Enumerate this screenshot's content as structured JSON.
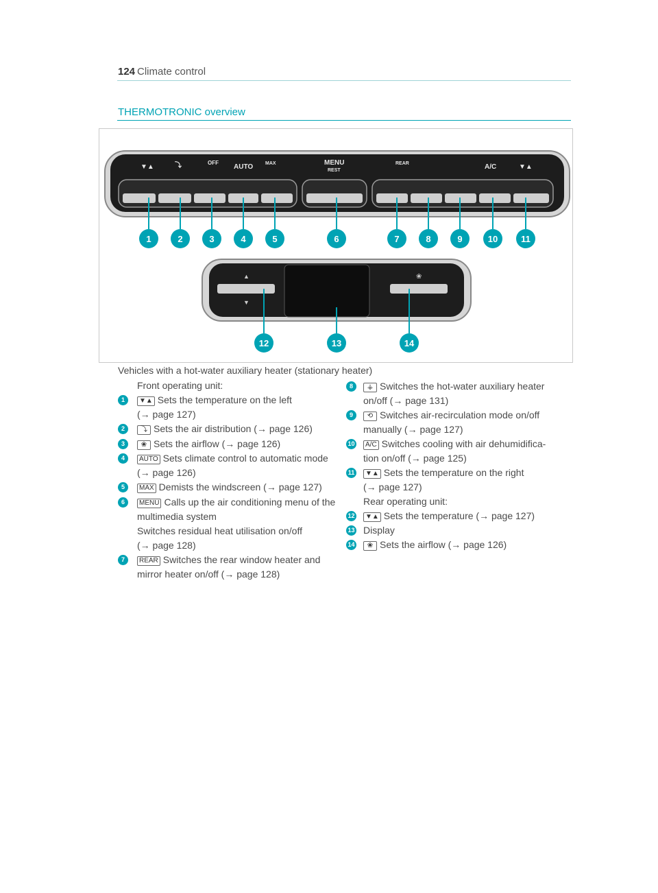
{
  "header": {
    "page_number": "124",
    "chapter": "Climate control"
  },
  "section_title": "THERMOTRONIC overview",
  "figure": {
    "top_labels": [
      "MENU",
      "REST",
      "AUTO",
      "OFF",
      "MAX",
      "REAR",
      "A/C"
    ],
    "callouts": [
      "1",
      "2",
      "3",
      "4",
      "5",
      "6",
      "7",
      "8",
      "9",
      "10",
      "11",
      "12",
      "13",
      "14"
    ]
  },
  "intro": "Vehicles with a hot-water auxiliary heater (stationary heater)",
  "left": {
    "front_heading": "Front operating unit:",
    "i1": {
      "num": "1",
      "sym": "▼▲",
      "l1": "Sets the temperature on the left",
      "l2": "(→ page 127)"
    },
    "i2": {
      "num": "2",
      "sym": "⤵",
      "l1": "Sets the air distribution (→ page 126)"
    },
    "i3": {
      "num": "3",
      "sym": "❀",
      "l1": "Sets the airflow (→ page 126)"
    },
    "i4": {
      "num": "4",
      "sym": "AUTO",
      "l1": "Sets climate control to automatic mode",
      "l2": "(→ page 126)"
    },
    "i5": {
      "num": "5",
      "sym": "MAX",
      "l1": "Demists the windscreen (→ page 127)"
    },
    "i6": {
      "num": "6",
      "sym": "MENU",
      "l1": "Calls up the air conditioning menu of the",
      "l2": "multimedia system",
      "l3": "Switches residual heat utilisation on/off",
      "l4": "(→ page 128)"
    },
    "i7": {
      "num": "7",
      "sym": "REAR",
      "l1": "Switches the rear window heater and",
      "l2": "mirror heater on/off (→ page 128)"
    }
  },
  "right": {
    "i8": {
      "num": "8",
      "sym": "⚶",
      "l1": "Switches the hot-water auxiliary heater",
      "l2": "on/off (→ page 131)"
    },
    "i9": {
      "num": "9",
      "sym": "⟲",
      "l1": "Switches air-recirculation mode on/off",
      "l2": "manually (→ page 127)"
    },
    "i10": {
      "num": "10",
      "sym": "A/C",
      "l1": "Switches cooling with air dehumidifica-",
      "l2": "tion on/off (→ page 125)"
    },
    "i11": {
      "num": "11",
      "sym": "▼▲",
      "l1": "Sets the temperature on the right",
      "l2": "(→ page 127)"
    },
    "rear_heading": "Rear operating unit:",
    "i12": {
      "num": "12",
      "sym": "▼▲",
      "l1": "Sets the temperature (→ page 127)"
    },
    "i13": {
      "num": "13",
      "l1": "Display"
    },
    "i14": {
      "num": "14",
      "sym": "❀",
      "l1": "Sets the airflow (→ page 126)"
    }
  },
  "colors": {
    "accent": "#00a3b4",
    "text": "#4a4a4a"
  }
}
